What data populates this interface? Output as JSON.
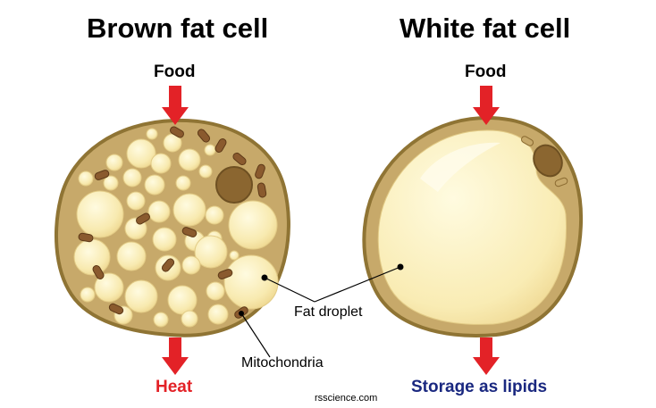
{
  "brown": {
    "title": "Brown fat cell",
    "input": "Food",
    "output": "Heat"
  },
  "white": {
    "title": "White fat cell",
    "input": "Food",
    "output": "Storage as lipids"
  },
  "labels": {
    "fat_droplet": "Fat droplet",
    "mitochondria": "Mitochondria"
  },
  "credit": "rsscience.com",
  "colors": {
    "cell_outline": "#8f7434",
    "cytoplasm": "#c7a96a",
    "droplet": "#f8eab0",
    "nucleus": "#8b6630",
    "mitochondria": "#8a5a2e",
    "arrow": "#e32227",
    "heat_text": "#e32227",
    "storage_text": "#1a2880"
  }
}
